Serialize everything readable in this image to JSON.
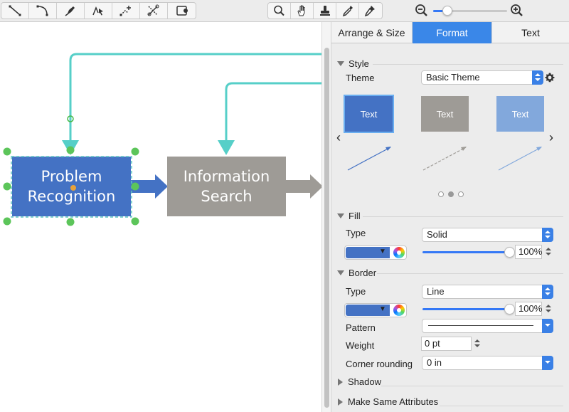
{
  "toolbar": {
    "tools": [
      {
        "name": "line-tool-icon"
      },
      {
        "name": "arc-tool-icon"
      },
      {
        "name": "pen-tool-icon"
      },
      {
        "name": "connector-tool-icon"
      },
      {
        "name": "smart-connector-tool-icon"
      },
      {
        "name": "chain-tool-icon"
      },
      {
        "name": "insert-icon"
      }
    ],
    "view_tools": [
      {
        "name": "zoom-magnifier-icon"
      },
      {
        "name": "hand-pan-icon"
      },
      {
        "name": "stamp-icon"
      },
      {
        "name": "eyedropper-icon"
      },
      {
        "name": "format-painter-icon"
      }
    ],
    "zoom_level": 0.19
  },
  "canvas": {
    "shapes": [
      {
        "text": "Problem\nRecognition",
        "fill": "#4472c4"
      },
      {
        "text": "Information\nSearch",
        "fill": "#9e9b96"
      }
    ],
    "connector_color": "#56cfc8"
  },
  "inspector": {
    "tabs": [
      {
        "label": "Arrange & Size",
        "active": false
      },
      {
        "label": "Format",
        "active": true
      },
      {
        "label": "Text",
        "active": false
      }
    ],
    "style": {
      "section_label": "Style",
      "theme_label": "Theme",
      "theme_value": "Basic Theme",
      "cards": [
        {
          "text": "Text",
          "fill": "#4472c4",
          "line": "solid"
        },
        {
          "text": "Text",
          "fill": "#9e9b96",
          "line": "dashed"
        },
        {
          "text": "Text",
          "fill": "#82a8dc",
          "line": "solid"
        }
      ],
      "page": 2,
      "pages": 3
    },
    "fill": {
      "section_label": "Fill",
      "type_label": "Type",
      "type_value": "Solid",
      "color": "#4472c4",
      "opacity": "100%"
    },
    "border": {
      "section_label": "Border",
      "type_label": "Type",
      "type_value": "Line",
      "color": "#4472c4",
      "opacity": "100%",
      "pattern_label": "Pattern",
      "weight_label": "Weight",
      "weight_value": "0 pt",
      "corner_label": "Corner rounding",
      "corner_value": "0 in"
    },
    "shadow": {
      "section_label": "Shadow"
    },
    "same_attributes": {
      "section_label": "Make Same Attributes"
    }
  }
}
